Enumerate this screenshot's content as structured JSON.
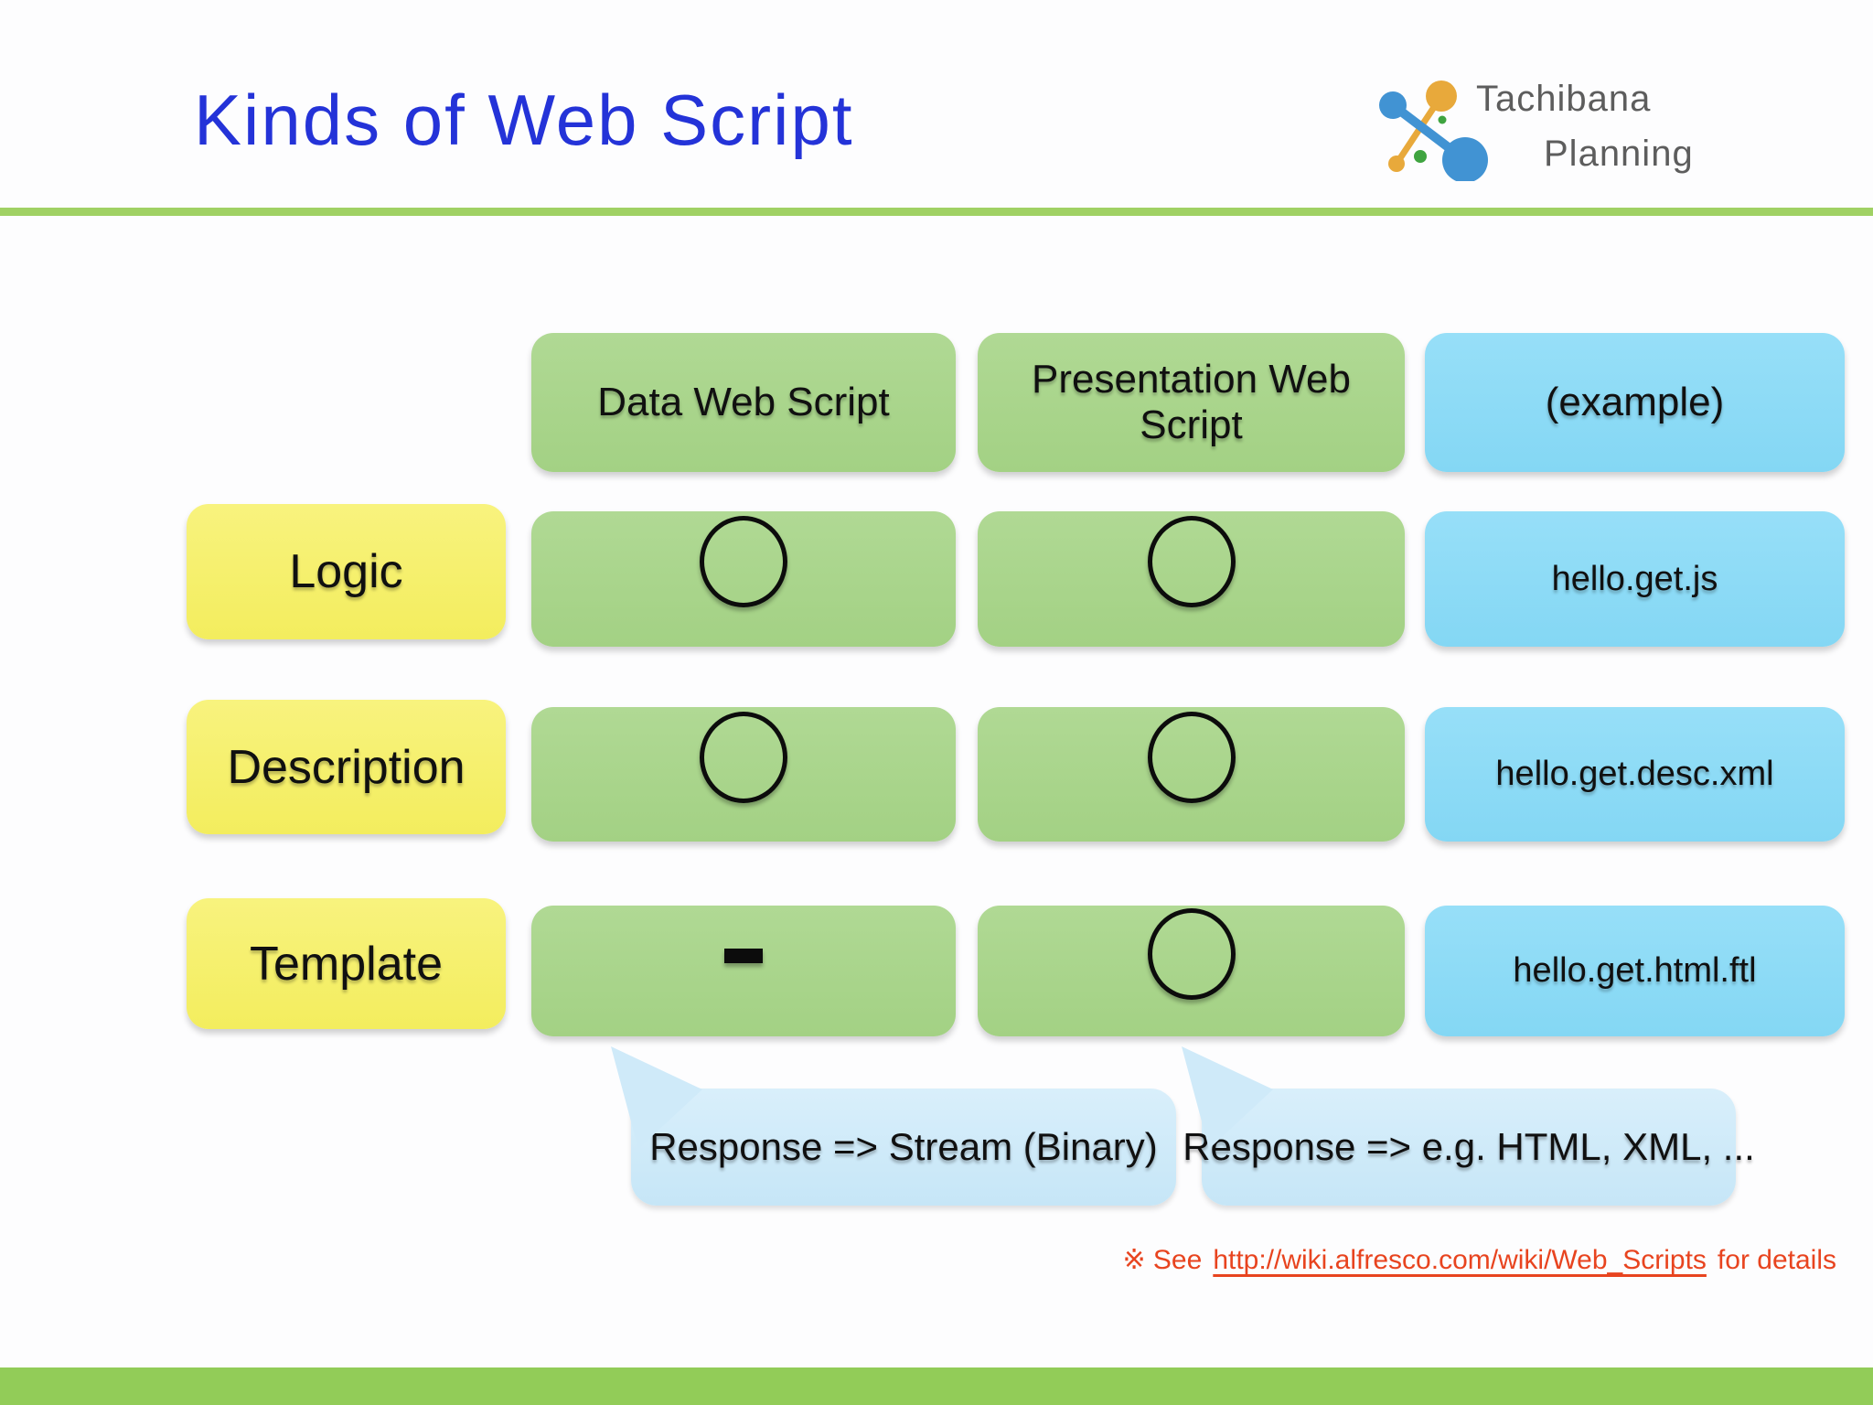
{
  "title": "Kinds of Web Script",
  "logo": {
    "line1": "Tachibana",
    "line2": "Planning"
  },
  "table": {
    "headers": [
      {
        "label": "Data Web Script"
      },
      {
        "label": "Presentation Web Script"
      },
      {
        "label": "(example)"
      }
    ],
    "rows": [
      {
        "label": "Logic",
        "marks": [
          "circle",
          "circle"
        ],
        "example": "hello.get.js"
      },
      {
        "label": "Description",
        "marks": [
          "circle",
          "circle"
        ],
        "example": "hello.get.desc.xml"
      },
      {
        "label": "Template",
        "marks": [
          "dash",
          "circle"
        ],
        "example": "hello.get.html.ftl"
      }
    ],
    "mark_legend": {
      "circle": "supported",
      "dash": "not-applicable"
    }
  },
  "callouts": [
    {
      "text": "Response => Stream (Binary)"
    },
    {
      "text": "Response => e.g. HTML, XML, ..."
    }
  ],
  "footnote": {
    "marker": "※ See",
    "link_text": "http://wiki.alfresco.com/wiki/Web_Scripts",
    "suffix": "for details"
  },
  "colors": {
    "title_blue": "#2433d8",
    "cell_green": "#a8d48b",
    "cell_yellow": "#f5f06b",
    "cell_blue": "#8edcf7",
    "callout_blue": "#cfeaf9",
    "rule_green": "#a0d164",
    "footer_bar_green": "#92cc58",
    "footnote_red": "#e8441f",
    "logo_blue": "#4193d3",
    "logo_yellow": "#e8a93b",
    "logo_green": "#3fa440",
    "logo_text_gray": "#5d5d5d"
  }
}
